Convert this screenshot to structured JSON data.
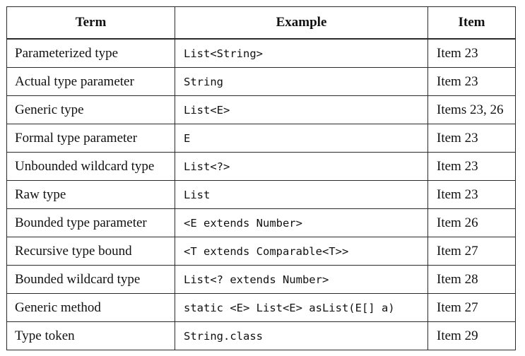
{
  "table": {
    "headers": {
      "term": "Term",
      "example": "Example",
      "item": "Item"
    },
    "rows": [
      {
        "term": "Parameterized type",
        "example": "List<String>",
        "item": "Item 23"
      },
      {
        "term": "Actual type parameter",
        "example": "String",
        "item": "Item 23"
      },
      {
        "term": "Generic type",
        "example": "List<E>",
        "item": "Items 23, 26"
      },
      {
        "term": "Formal type parameter",
        "example": "E",
        "item": "Item 23"
      },
      {
        "term": "Unbounded wildcard type",
        "example": "List<?>",
        "item": "Item 23"
      },
      {
        "term": "Raw type",
        "example": "List",
        "item": "Item 23"
      },
      {
        "term": "Bounded type parameter",
        "example": "<E extends Number>",
        "item": "Item 26"
      },
      {
        "term": "Recursive type bound",
        "example": "<T extends Comparable<T>>",
        "item": "Item 27"
      },
      {
        "term": "Bounded wildcard type",
        "example": "List<? extends Number>",
        "item": "Item 28"
      },
      {
        "term": "Generic method",
        "example": "static <E> List<E> asList(E[] a)",
        "item": "Item 27"
      },
      {
        "term": "Type token",
        "example": "String.class",
        "item": "Item 29"
      }
    ]
  }
}
